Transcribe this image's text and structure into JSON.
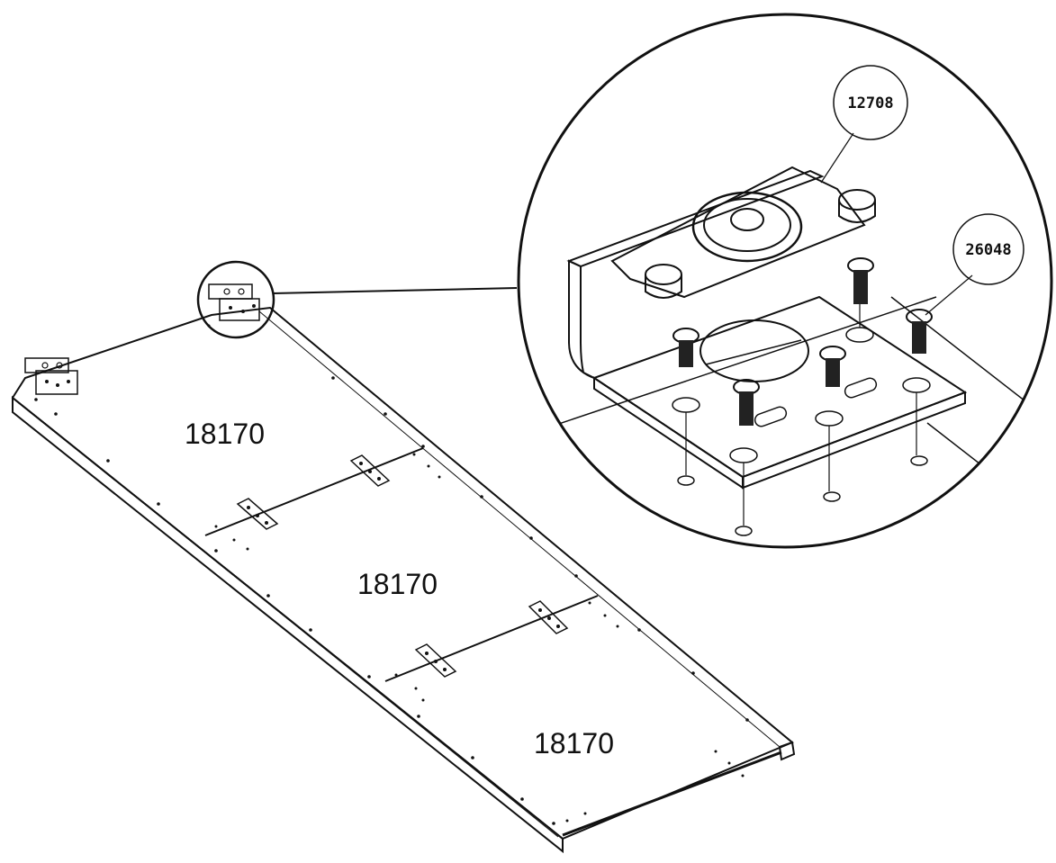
{
  "panels": [
    {
      "part_number": "18170"
    },
    {
      "part_number": "18170"
    },
    {
      "part_number": "18170"
    }
  ],
  "callouts": [
    {
      "part_number": "12708"
    },
    {
      "part_number": "26048"
    }
  ]
}
